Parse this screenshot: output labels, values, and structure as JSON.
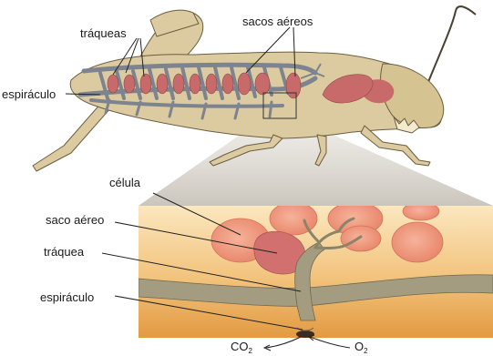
{
  "labels": {
    "traqueas": "tráqueas",
    "sacos_aereos": "sacos aéreos",
    "espiraculo_top": "espiráculo",
    "celula": "célula",
    "saco_aereo": "saco aéreo",
    "traquea": "tráquea",
    "espiraculo_bottom": "espiráculo",
    "co2_main": "CO",
    "co2_sub": "2",
    "o2_main": "O",
    "o2_sub": "2"
  },
  "colors": {
    "body": "#dccba0",
    "body_outline": "#6b5e40",
    "trachea": "#7d8490",
    "air_sac": "#c96a6a",
    "tissue_top": "#f8e1b4",
    "tissue_bottom": "#e8a64f",
    "cell": "#ef9a80",
    "tube": "#8a8a72",
    "zoom_cone": "#c9c3b8"
  }
}
